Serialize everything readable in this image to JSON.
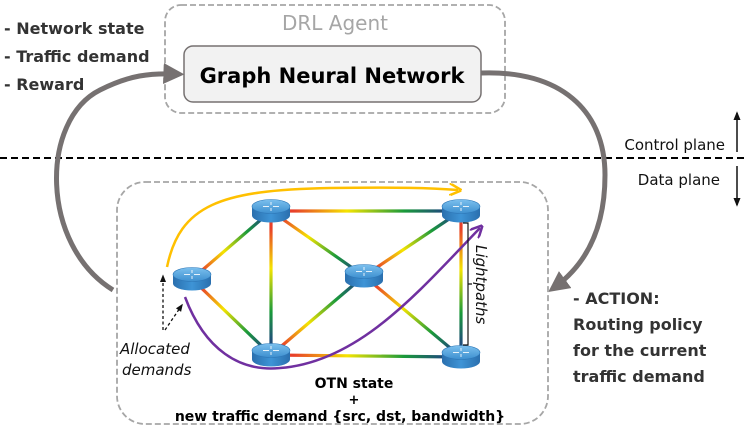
{
  "inputs_list": {
    "items": [
      "- Network state",
      "- Traffic demand",
      "- Reward"
    ]
  },
  "agent": {
    "label": "DRL Agent",
    "model_label": "Graph Neural Network"
  },
  "planes": {
    "control": "Control plane",
    "data": "Data plane"
  },
  "action": {
    "lines": [
      "- ACTION:",
      "Routing policy",
      "for the current",
      "traffic demand"
    ]
  },
  "network": {
    "allocated_label": [
      "Allocated",
      "demands"
    ],
    "lightpaths_label": "Lightpaths",
    "state_lines": [
      "OTN state",
      "+",
      "new traffic demand {src, dst, bandwidth}"
    ],
    "nodes": [
      "router-left",
      "router-top-left",
      "router-top-right",
      "router-middle",
      "router-bottom-left",
      "router-bottom-right"
    ]
  },
  "colors": {
    "agent_box_border": "#a6a6a6",
    "agent_label": "#a6a6a6",
    "gnn_fill": "#f2f2f2",
    "flow_arrow": "#767171",
    "allocated_demand_1": "#ffc000",
    "allocated_demand_2": "#7030a0",
    "router_fill": "#3a8fd1",
    "gradient_red": "#e8402a",
    "gradient_yellow": "#f5e400",
    "gradient_green": "#1a9a3a",
    "gradient_blue": "#1f4e79"
  }
}
